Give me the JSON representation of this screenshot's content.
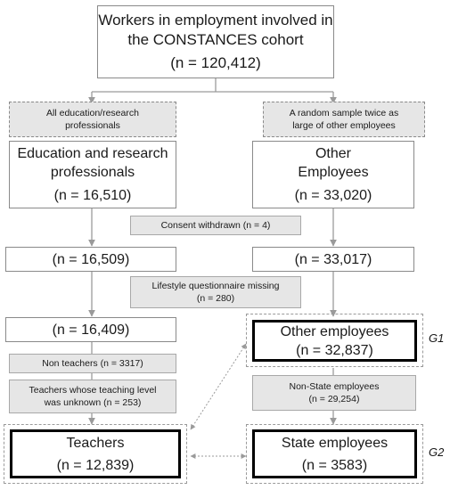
{
  "top": {
    "line1": "Workers in employment involved in",
    "line2": "the CONSTANCES cohort",
    "n": "(n = 120,412)"
  },
  "sel_left": {
    "line1": "All education/research",
    "line2": "professionals"
  },
  "sel_right": {
    "line1": "A random sample twice as",
    "line2": "large of other employees"
  },
  "edu": {
    "line1": "Education and research",
    "line2": "professionals",
    "n": "(n = 16,510)"
  },
  "other": {
    "line1": "Other",
    "line2": "Employees",
    "n": "(n = 33,020)"
  },
  "consent": "Consent withdrawn (n = 4)",
  "left2": "(n = 16,509)",
  "right2": "(n = 33,017)",
  "lifestyle": {
    "line1": "Lifestyle questionnaire missing",
    "line2": "(n = 280)"
  },
  "left3": "(n = 16,409)",
  "g1": {
    "line1": "Other employees",
    "n": "(n = 32,837)",
    "label": "G1"
  },
  "nonteach": "Non teachers (n = 3317)",
  "unknown": {
    "line1": "Teachers whose teaching level",
    "line2": "was unknown (n = 253)"
  },
  "nonstate": {
    "line1": "Non-State employees",
    "line2": "(n = 29,254)"
  },
  "teachers": {
    "line1": "Teachers",
    "n": "(n = 12,839)"
  },
  "g2": {
    "line1": "State employees",
    "n": "(n = 3583)",
    "label": "G2"
  }
}
